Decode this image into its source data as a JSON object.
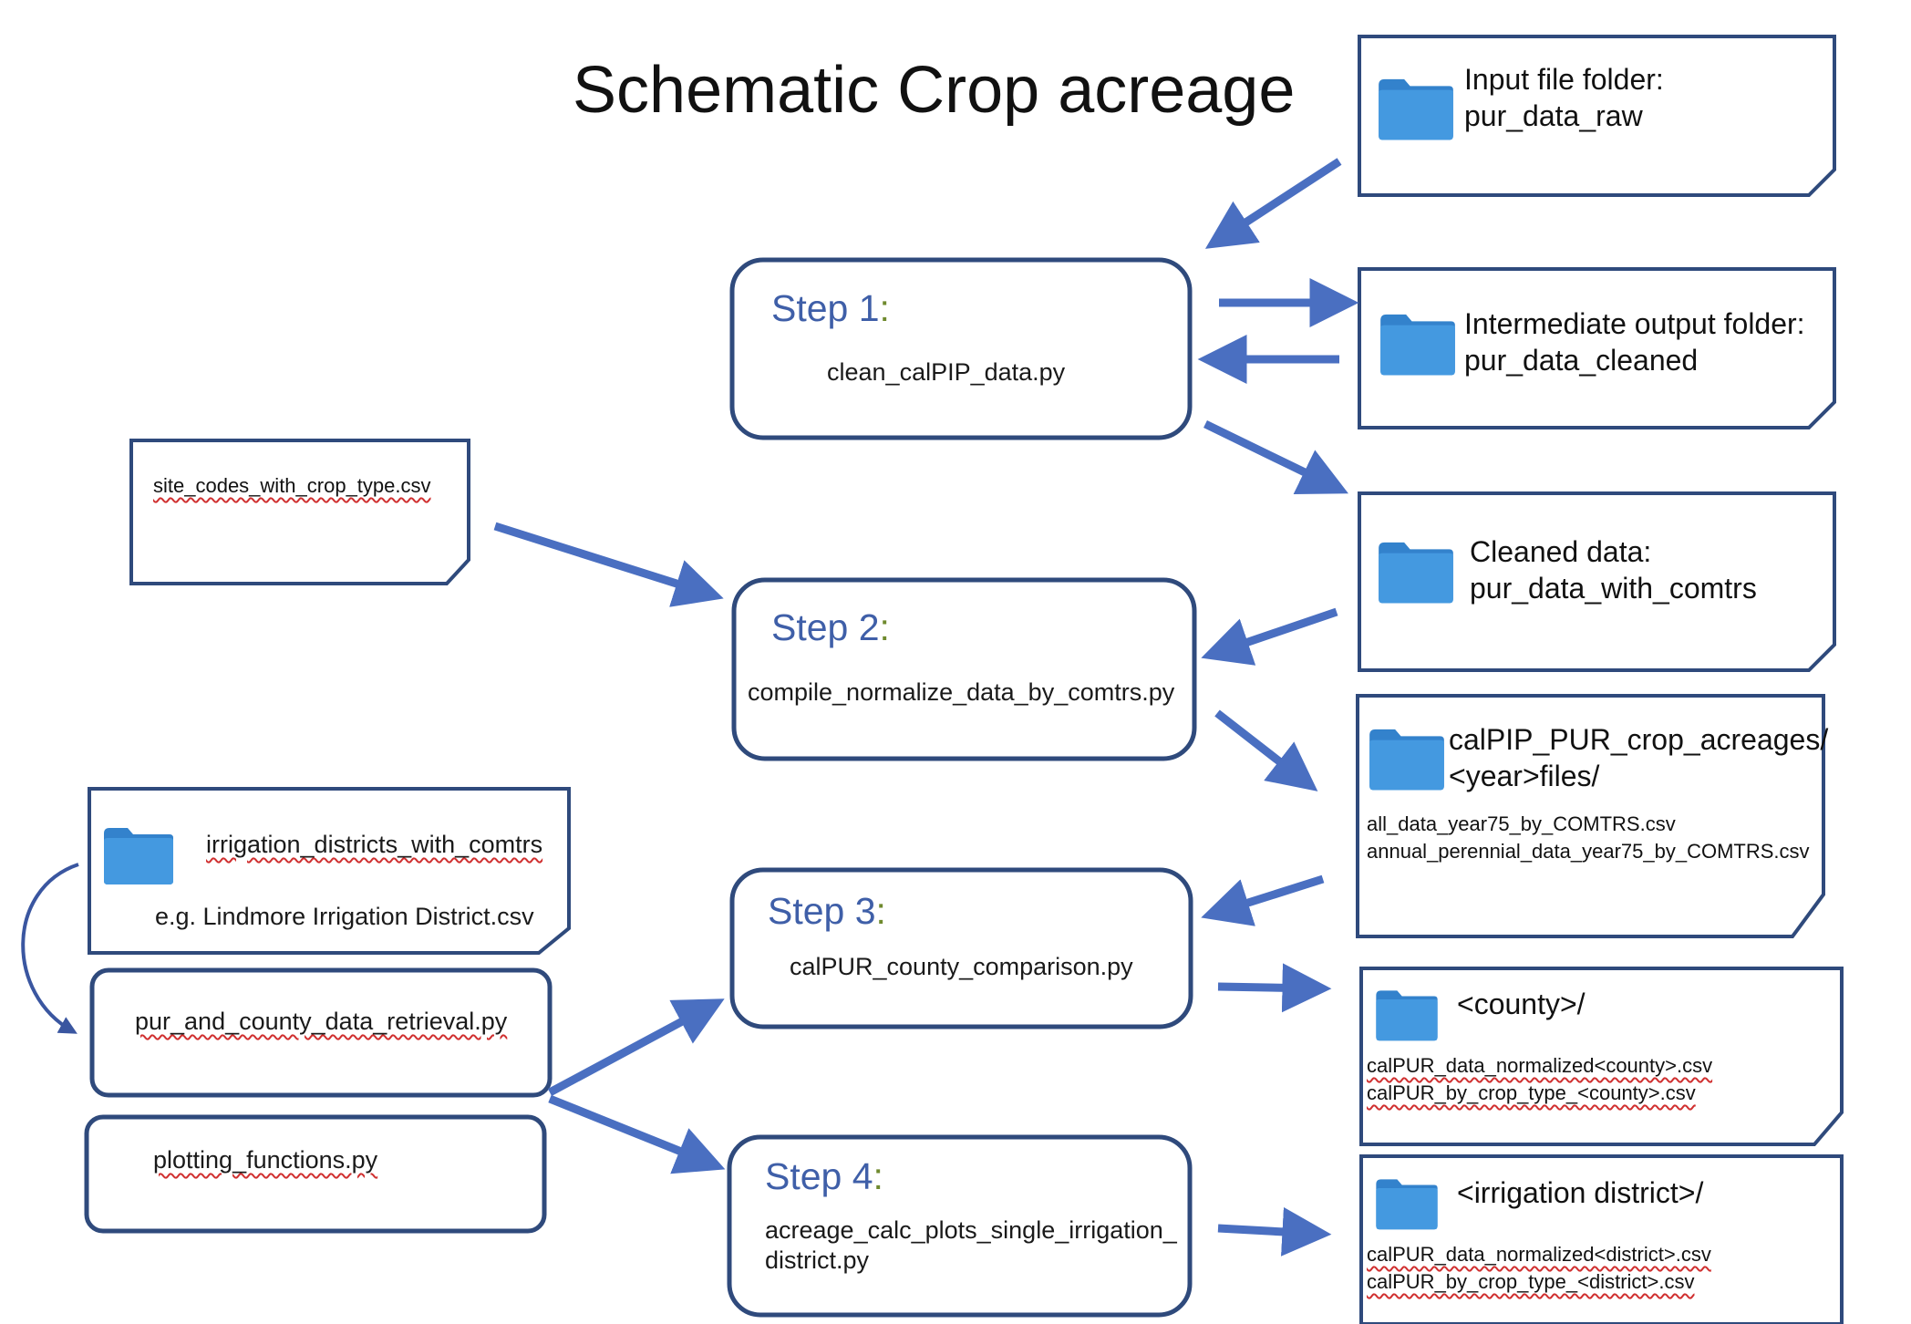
{
  "title": "Schematic Crop acreage",
  "steps": [
    {
      "label": "Step 1",
      "colon": ":",
      "script": "clean_calPIP_data.py"
    },
    {
      "label": "Step 2",
      "colon": ":",
      "script": "compile_normalize_data_by_comtrs.py"
    },
    {
      "label": "Step 3",
      "colon": ":",
      "script": "calPUR_county_comparison.py"
    },
    {
      "label": "Step 4",
      "colon": ":",
      "script_line1": "acreage_calc_plots_single_irrigation_",
      "script_line2": "district.py"
    }
  ],
  "folders": {
    "input": {
      "line1": "Input file folder:",
      "line2": "pur_data_raw"
    },
    "intermediate": {
      "line1": "Intermediate output folder:",
      "line2": "pur_data_cleaned"
    },
    "cleaned": {
      "line1": "Cleaned data:",
      "line2": "pur_data_with_comtrs"
    },
    "acreages": {
      "line1": "calPIP_PUR_crop_acreages/",
      "line2": "<year>files/",
      "files": [
        "all_data_year75_by_COMTRS.csv",
        "annual_perennial_data_year75_by_COMTRS.csv"
      ]
    },
    "county": {
      "line1": "<county>/",
      "files": [
        "calPUR_data_normalized<county>.csv",
        "calPUR_by_crop_type_<county>.csv"
      ]
    },
    "district": {
      "line1": "<irrigation district>/",
      "files": [
        "calPUR_data_normalized<district>.csv",
        "calPUR_by_crop_type_<district>.csv"
      ]
    },
    "irrigation": {
      "line1": "irrigation_districts_with_comtrs",
      "example": "e.g. Lindmore Irrigation District.csv"
    }
  },
  "inputs": {
    "site_codes": "site_codes_with_crop_type.csv",
    "retrieval": "pur_and_county_data_retrieval.py",
    "plotting": "plotting_functions.py"
  },
  "colors": {
    "box_border": "#2f4a7c",
    "arrow": "#4a6fc1",
    "folder": "#3d8fd8",
    "step_title": "#3f5fa8",
    "colon": "#6f8a2e"
  }
}
